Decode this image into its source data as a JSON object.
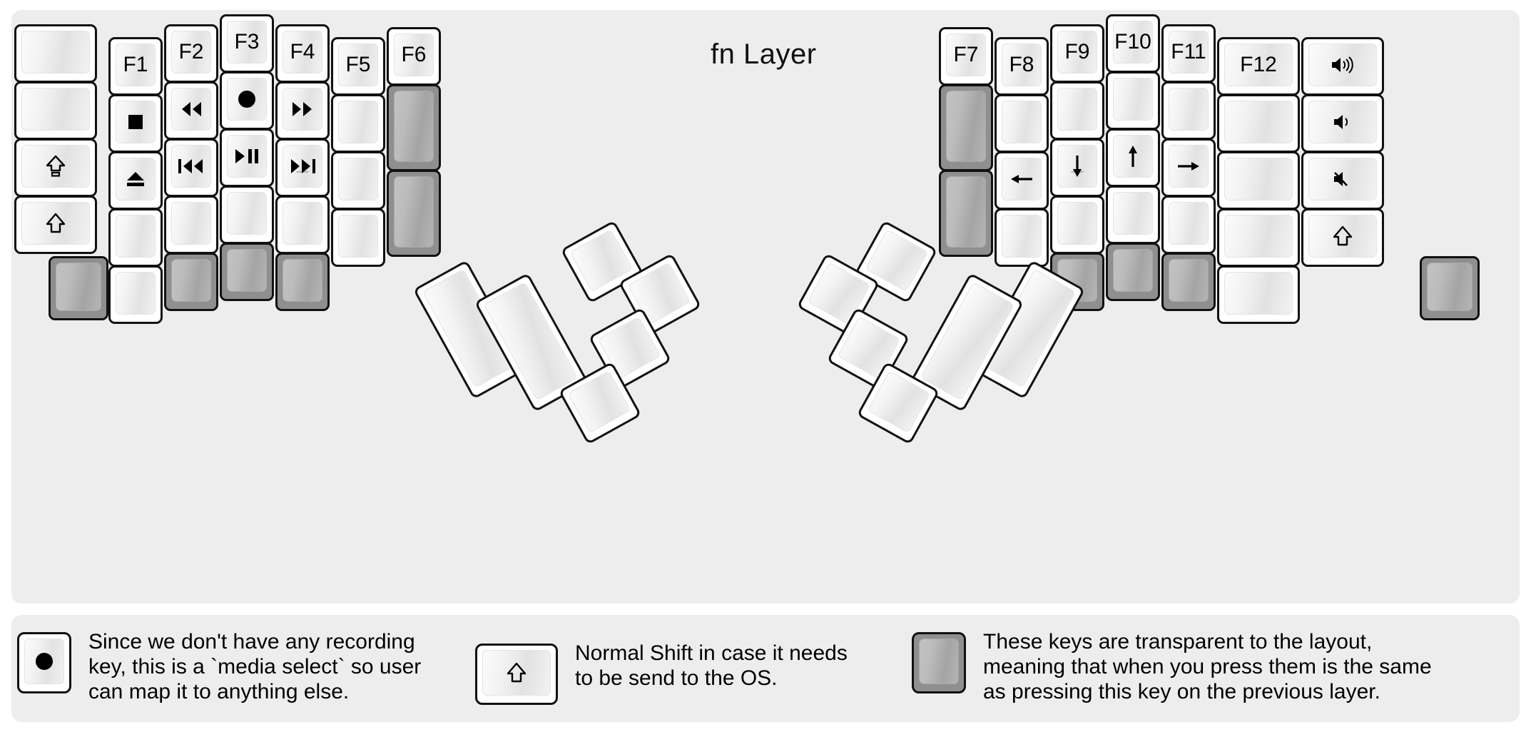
{
  "title": "fn Layer",
  "colors": {
    "panel_bg": "#ededed",
    "key_fill": "#ffffff",
    "key_border": "#111111",
    "transparent_key": "#8f8f8f",
    "text": "#000000"
  },
  "left_half": {
    "columns": [
      {
        "name": "col-1",
        "keys": [
          {
            "label": "",
            "icon": "",
            "state": "normal"
          },
          {
            "label": "",
            "icon": "",
            "state": "normal"
          },
          {
            "label": "",
            "icon": "caps-lock-icon",
            "state": "normal"
          },
          {
            "label": "",
            "icon": "shift-icon",
            "state": "normal"
          },
          {
            "label": "",
            "icon": "",
            "state": "transparent"
          }
        ]
      },
      {
        "name": "col-2",
        "keys": [
          {
            "label": "F1",
            "icon": "",
            "state": "normal"
          },
          {
            "label": "",
            "icon": "stop-icon",
            "state": "normal"
          },
          {
            "label": "",
            "icon": "eject-icon",
            "state": "normal"
          },
          {
            "label": "",
            "icon": "",
            "state": "normal"
          },
          {
            "label": "",
            "icon": "",
            "state": "normal"
          }
        ]
      },
      {
        "name": "col-3",
        "keys": [
          {
            "label": "F2",
            "icon": "",
            "state": "normal"
          },
          {
            "label": "",
            "icon": "rewind-icon",
            "state": "normal"
          },
          {
            "label": "",
            "icon": "previous-track-icon",
            "state": "normal"
          },
          {
            "label": "",
            "icon": "",
            "state": "normal"
          },
          {
            "label": "",
            "icon": "",
            "state": "transparent"
          }
        ]
      },
      {
        "name": "col-4",
        "keys": [
          {
            "label": "F3",
            "icon": "",
            "state": "normal"
          },
          {
            "label": "",
            "icon": "record-icon",
            "state": "normal"
          },
          {
            "label": "",
            "icon": "play-pause-icon",
            "state": "normal"
          },
          {
            "label": "",
            "icon": "",
            "state": "normal"
          },
          {
            "label": "",
            "icon": "",
            "state": "transparent"
          }
        ]
      },
      {
        "name": "col-5",
        "keys": [
          {
            "label": "F4",
            "icon": "",
            "state": "normal"
          },
          {
            "label": "",
            "icon": "fast-forward-icon",
            "state": "normal"
          },
          {
            "label": "",
            "icon": "next-track-icon",
            "state": "normal",
            "sub": "—"
          },
          {
            "label": "",
            "icon": "",
            "state": "normal"
          },
          {
            "label": "",
            "icon": "",
            "state": "transparent"
          }
        ]
      },
      {
        "name": "col-6",
        "keys": [
          {
            "label": "F5",
            "icon": "",
            "state": "normal"
          },
          {
            "label": "",
            "icon": "",
            "state": "normal"
          },
          {
            "label": "",
            "icon": "",
            "state": "normal"
          },
          {
            "label": "",
            "icon": "",
            "state": "normal"
          }
        ]
      },
      {
        "name": "col-7",
        "keys": [
          {
            "label": "F6",
            "icon": "",
            "state": "normal"
          },
          {
            "label": "",
            "icon": "",
            "state": "transparent"
          },
          {
            "label": "",
            "icon": "",
            "state": "transparent"
          }
        ]
      }
    ]
  },
  "right_half": {
    "columns": [
      {
        "name": "col-1",
        "keys": [
          {
            "label": "F7",
            "icon": "",
            "state": "normal"
          },
          {
            "label": "",
            "icon": "",
            "state": "transparent"
          },
          {
            "label": "",
            "icon": "",
            "state": "transparent"
          }
        ]
      },
      {
        "name": "col-2",
        "keys": [
          {
            "label": "F8",
            "icon": "",
            "state": "normal"
          },
          {
            "label": "",
            "icon": "",
            "state": "normal"
          },
          {
            "label": "",
            "icon": "arrow-left-icon",
            "state": "normal"
          },
          {
            "label": "",
            "icon": "",
            "state": "normal"
          }
        ]
      },
      {
        "name": "col-3",
        "keys": [
          {
            "label": "F9",
            "icon": "",
            "state": "normal"
          },
          {
            "label": "",
            "icon": "",
            "state": "normal"
          },
          {
            "label": "",
            "icon": "arrow-down-icon",
            "state": "normal",
            "sub": "—"
          },
          {
            "label": "",
            "icon": "",
            "state": "normal"
          },
          {
            "label": "",
            "icon": "",
            "state": "transparent"
          }
        ]
      },
      {
        "name": "col-4",
        "keys": [
          {
            "label": "F10",
            "icon": "",
            "state": "normal"
          },
          {
            "label": "",
            "icon": "",
            "state": "normal"
          },
          {
            "label": "",
            "icon": "arrow-up-icon",
            "state": "normal"
          },
          {
            "label": "",
            "icon": "",
            "state": "normal"
          },
          {
            "label": "",
            "icon": "",
            "state": "transparent"
          }
        ]
      },
      {
        "name": "col-5",
        "keys": [
          {
            "label": "F11",
            "icon": "",
            "state": "normal"
          },
          {
            "label": "",
            "icon": "",
            "state": "normal"
          },
          {
            "label": "",
            "icon": "arrow-right-icon",
            "state": "normal"
          },
          {
            "label": "",
            "icon": "",
            "state": "normal"
          },
          {
            "label": "",
            "icon": "",
            "state": "transparent"
          }
        ]
      },
      {
        "name": "col-6",
        "keys": [
          {
            "label": "F12",
            "icon": "",
            "state": "normal"
          },
          {
            "label": "",
            "icon": "",
            "state": "normal"
          },
          {
            "label": "",
            "icon": "",
            "state": "normal"
          },
          {
            "label": "",
            "icon": "",
            "state": "normal"
          },
          {
            "label": "",
            "icon": "",
            "state": "normal"
          }
        ]
      },
      {
        "name": "col-7",
        "keys": [
          {
            "label": "",
            "icon": "volume-up-icon",
            "state": "normal"
          },
          {
            "label": "",
            "icon": "volume-down-icon",
            "state": "normal"
          },
          {
            "label": "",
            "icon": "volume-mute-icon",
            "state": "normal"
          },
          {
            "label": "",
            "icon": "shift-icon",
            "state": "normal"
          },
          {
            "label": "",
            "icon": "",
            "state": "transparent"
          }
        ]
      }
    ]
  },
  "thumb_clusters": {
    "left": [
      {
        "name": "thumb-key-1",
        "state": "normal"
      },
      {
        "name": "thumb-key-2",
        "state": "normal"
      },
      {
        "name": "thumb-key-3",
        "state": "normal"
      },
      {
        "name": "thumb-key-4",
        "state": "normal"
      },
      {
        "name": "thumb-key-5",
        "state": "normal"
      },
      {
        "name": "thumb-key-6",
        "state": "normal"
      }
    ],
    "right": [
      {
        "name": "thumb-key-1",
        "state": "normal"
      },
      {
        "name": "thumb-key-2",
        "state": "normal"
      },
      {
        "name": "thumb-key-3",
        "state": "normal"
      },
      {
        "name": "thumb-key-4",
        "state": "normal"
      },
      {
        "name": "thumb-key-5",
        "state": "normal"
      },
      {
        "name": "thumb-key-6",
        "state": "normal"
      }
    ]
  },
  "legend": [
    {
      "icon": "record-icon",
      "state": "normal",
      "text": "Since we don't have any recording\nkey, this is a `media select` so user\ncan map it to anything else."
    },
    {
      "icon": "shift-icon",
      "state": "normal",
      "text": "Normal Shift in case it needs\nto be send to the OS."
    },
    {
      "icon": "",
      "state": "transparent",
      "text": "These keys are transparent to the layout,\nmeaning that when you press them is the same\nas pressing this key on the previous layer."
    }
  ]
}
